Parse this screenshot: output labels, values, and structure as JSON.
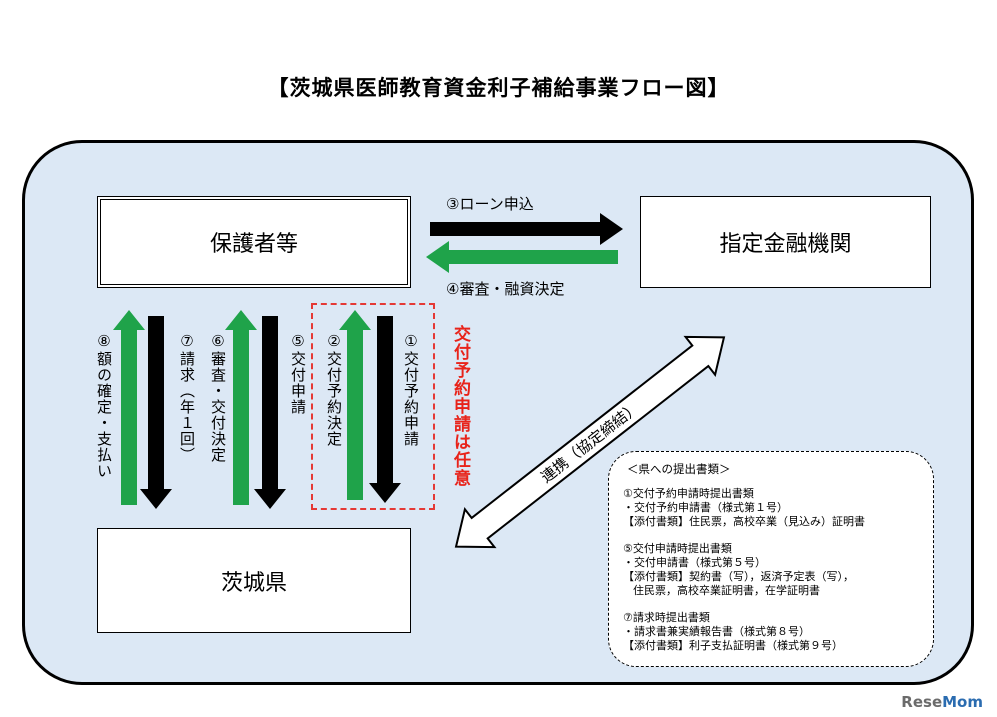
{
  "title": "【茨城県医師教育資金利子補給事業フロー図】",
  "nodes": {
    "guardian": "保護者等",
    "bank": "指定金融機関",
    "prefecture": "茨城県"
  },
  "flows": {
    "f1": "①交付予約申請",
    "f2": "②交付予約決定",
    "f3": "③ローン申込",
    "f4": "④審査・融資決定",
    "f5": "⑤交付申請",
    "f6": "⑥審査・交付決定",
    "f7": "⑦請求（年１回）",
    "f8": "⑧額の確定・支払い",
    "cooperation": "連携（協定締結）"
  },
  "optional_note": "交付予約申請は任意",
  "documents": {
    "heading": "＜県への提出書類＞",
    "sections": [
      {
        "title": "①交付予約申請時提出書類",
        "lines": [
          "・交付予約申請書（様式第１号）",
          "【添付書類】住民票，高校卒業（見込み）証明書"
        ]
      },
      {
        "title": "⑤交付申請時提出書類",
        "lines": [
          "・交付申請書（様式第５号）",
          "【添付書類】契約書（写），返済予定表（写），",
          "住民票，高校卒業証明書，在学証明書"
        ]
      },
      {
        "title": "⑦請求時提出書類",
        "lines": [
          "・請求書兼実績報告書（様式第８号）",
          "【添付書類】利子支払証明書（様式第９号）"
        ]
      }
    ]
  },
  "colors": {
    "panel_bg": "#dce8f5",
    "green_arrow": "#1fa34a",
    "black_arrow": "#000000",
    "optional_border": "#e53935",
    "optional_text": "#e8231a"
  },
  "logo": {
    "part1": "Rese",
    "part2": "Mom"
  }
}
